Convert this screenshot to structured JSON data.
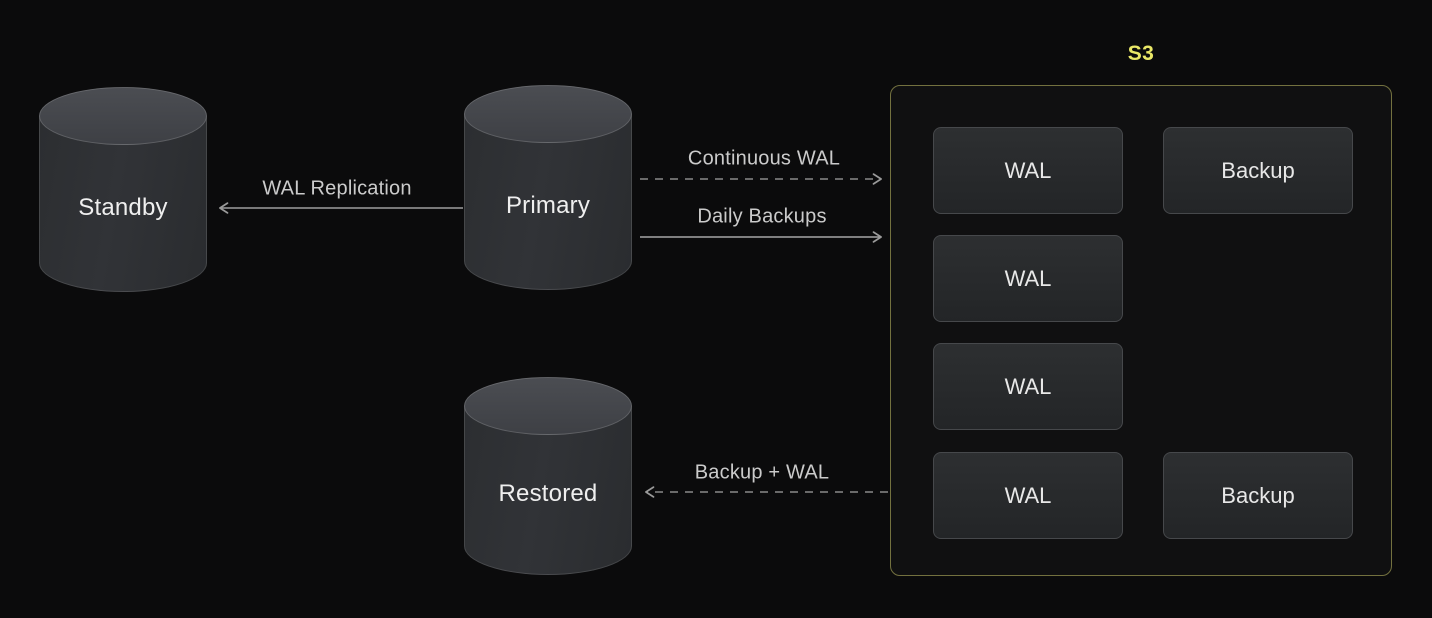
{
  "diagram": {
    "nodes": {
      "standby": {
        "label": "Standby"
      },
      "primary": {
        "label": "Primary"
      },
      "restored": {
        "label": "Restored"
      }
    },
    "s3": {
      "title": "S3",
      "items": [
        {
          "label": "WAL"
        },
        {
          "label": "Backup"
        },
        {
          "label": "WAL"
        },
        {
          "label": "WAL"
        },
        {
          "label": "WAL"
        },
        {
          "label": "Backup"
        }
      ]
    },
    "arrows": [
      {
        "label": "WAL Replication",
        "style": "solid",
        "direction": "left",
        "color": "#9e9e9e"
      },
      {
        "label": "Continuous WAL",
        "style": "dashed",
        "direction": "right",
        "color": "#8a8a8a"
      },
      {
        "label": "Daily Backups",
        "style": "solid",
        "direction": "right",
        "color": "#a6a6a6"
      },
      {
        "label": "Backup + WAL",
        "style": "dashed",
        "direction": "left",
        "color": "#8a8a8a"
      }
    ],
    "colors": {
      "background": "#0b0b0c",
      "s3_border": "#73713f",
      "s3_title": "#e9e767",
      "cylinder_body": "#2d2f33",
      "cylinder_top": "#44464b",
      "item_box_fill": "#28292b",
      "item_box_border": "#46484b",
      "text": "#efefef",
      "arrow_label_text": "#cbcbcb"
    }
  }
}
